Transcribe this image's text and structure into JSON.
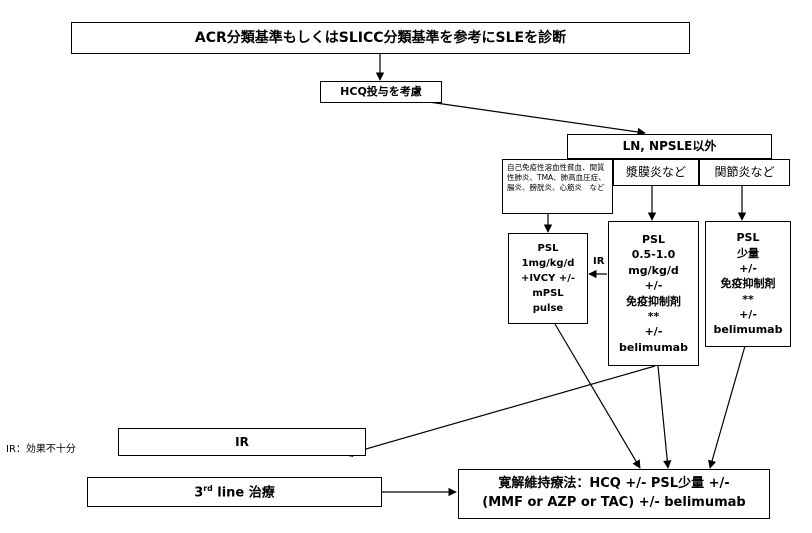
{
  "nodes": {
    "diagnosis": "ACR分類基準もしくはSLICC分類基準を参考にSLEを診断",
    "hcq": "HCQ投与を考慮",
    "non_ln": "LN, NPSLE以外",
    "severe": "自己免疫性溶血性貧血、間質性肺炎、TMA、肺高血圧症、腸炎、膀胱炎、心筋炎　など",
    "serositis": "漿膜炎など",
    "arthritis": "関節炎など",
    "psl_high": [
      "PSL",
      "1mg/kg/d",
      "+IVCY +/-",
      "mPSL",
      "pulse"
    ],
    "psl_mid": [
      "PSL",
      "0.5-1.0",
      "mg/kg/d",
      "+/-",
      "免疫抑制剤",
      "**",
      "+/-",
      "belimumab"
    ],
    "psl_low": [
      "PSL",
      "少量",
      "+/-",
      "免疫抑制剤",
      "**",
      "+/-",
      "belimumab"
    ],
    "ir": "IR",
    "third_line_pre": "3",
    "third_line_sup": "rd",
    "third_line_post": " line 治療",
    "maintenance_line1": "寛解維持療法：HCQ +/- PSL少量 +/-",
    "maintenance_line2": "(MMF or AZP or TAC) +/- belimumab"
  },
  "labels": {
    "ir_arrow": "IR",
    "ir_note": "IR：効果不十分"
  }
}
